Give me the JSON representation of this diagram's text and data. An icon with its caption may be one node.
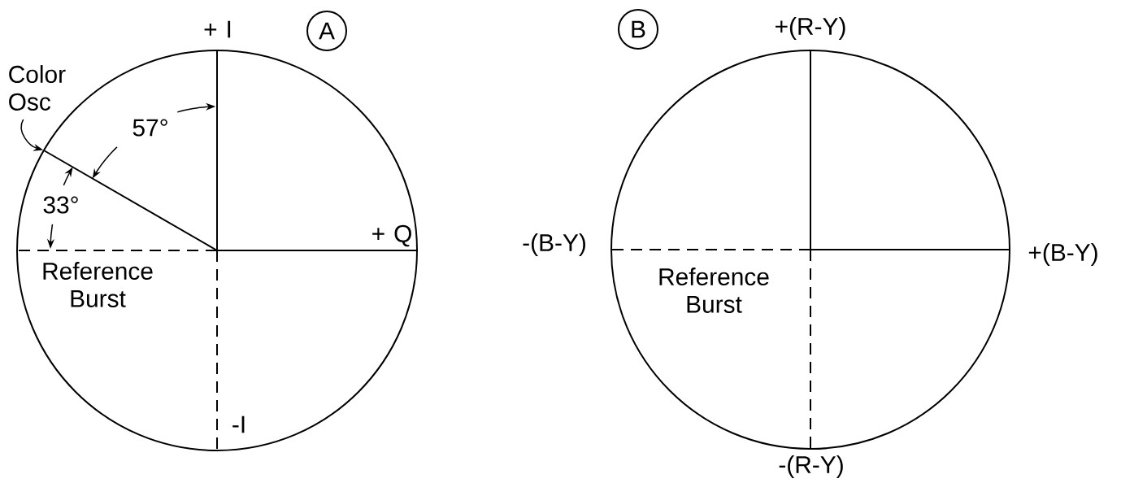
{
  "diagram": {
    "nodes": [
      {
        "text": [],
        "shape": "circle"
      },
      {
        "text": [
          "A"
        ]
      },
      {
        "text": [
          "Color Osc"
        ]
      },
      {
        "text": [],
        "shape": "circle"
      },
      {
        "text": [
          "B"
        ]
      }
    ],
    "edges": [
      {
        "from": 2,
        "to": 0,
        "arrow": "to"
      }
    ],
    "labels": [
      "+ I",
      "57°",
      "33°",
      "+ Q",
      "Reference Burst",
      "-I",
      "+(R-Y)",
      "-(B-Y)",
      "+(B-Y)",
      "Reference Burst",
      "-(R-Y)"
    ]
  }
}
